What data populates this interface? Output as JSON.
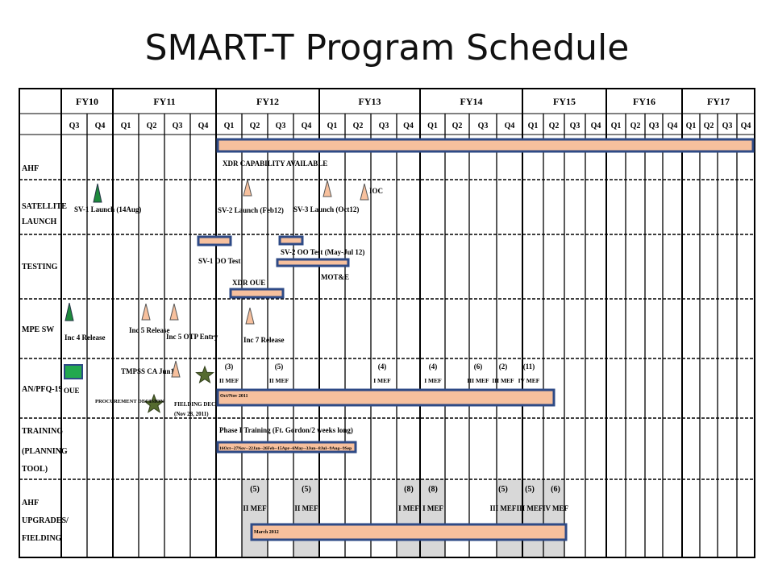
{
  "title": "SMART-T Program Schedule",
  "colors": {
    "bar_fill": "#f7c09d",
    "bar_stroke": "#2e4a86",
    "milestone_green": "#1e8a3c",
    "milestone_salmon": "#f7c09d",
    "shade": "#d8d8d8",
    "box_green": "#22a84f"
  },
  "header": {
    "fiscal_years": [
      "FY10",
      "FY11",
      "FY12",
      "FY13",
      "FY14",
      "FY15",
      "FY16",
      "FY17"
    ],
    "quarters": [
      "Q3",
      "Q4",
      "Q1",
      "Q2",
      "Q3",
      "Q4",
      "Q1",
      "Q2",
      "Q3",
      "Q4",
      "Q1",
      "Q2",
      "Q3",
      "Q4",
      "Q1",
      "Q2",
      "Q3",
      "Q4",
      "Q1",
      "Q2",
      "Q3",
      "Q4",
      "Q1",
      "Q2",
      "Q3",
      "Q4",
      "Q1",
      "Q2",
      "Q3",
      "Q4"
    ]
  },
  "rows": {
    "ahf": "AHF",
    "satellite_launch": [
      "SATELLITE",
      "LAUNCH"
    ],
    "testing": "TESTING",
    "mpe_sw": "MPE SW",
    "anpfq": "AN/PFQ-19",
    "training": [
      "TRAINING",
      "(PLANNING",
      "TOOL)"
    ],
    "ahf_upgrades": [
      "AHF",
      "UPGRADES/",
      "FIELDING"
    ]
  },
  "labels": {
    "xdr_capability": "XDR CAPABILITY AVAILABLE",
    "sv1_launch": "SV-1 Launch (14Aug)",
    "sv2_launch": "SV-2 Launch (Feb12)",
    "sv3_launch": "SV-3 Launch (Oct12)",
    "ioc": "IOC",
    "sv1_oo_test": "SV-1 OO Test",
    "sv2_oo_test": "SV-2 OO Test (May-Jul 12)",
    "xdr_oue": "XDR OUE",
    "mot_e": "MOT&E",
    "inc4_release": "Inc 4 Release",
    "inc5_release": "Inc 5 Release",
    "inc5_otp": "Inc 5 OTP Entry",
    "inc7_release": "Inc 7 Release",
    "tmpss": "TMPSS CA Jun11",
    "oue": "OUE",
    "procurement": "PROCUREMENT DECISION",
    "fielding_decision": "FIELDING DECISION",
    "fielding_date": "(Nov 28, 2011)",
    "anpfq_bar": "Oct/Nov 2011",
    "phase_training": "Phase I Training (Ft. Gordon/2 weeks long)",
    "training_dates": "16Oct--27Nov--22Jan--26Feb--15Apr--6May--3Jun--8Jul--9Aug--9Sep",
    "upgrades_bar": "March 2012"
  },
  "anpfq_counts": [
    {
      "count": "(3)",
      "mef": "II MEF"
    },
    {
      "count": "(5)",
      "mef": "II MEF"
    },
    {
      "count": "(4)",
      "mef": "I MEF"
    },
    {
      "count": "(4)",
      "mef": "I MEF"
    },
    {
      "count": "(6)",
      "mef": "III MEF"
    },
    {
      "count": "(2)",
      "mef": "III MEF"
    },
    {
      "count": "(11)",
      "mef": "IV MEF"
    }
  ],
  "upgrade_counts": [
    {
      "count": "(5)",
      "mef": "II MEF"
    },
    {
      "count": "(5)",
      "mef": "II MEF"
    },
    {
      "count": "(8)",
      "mef": "I MEF"
    },
    {
      "count": "(8)",
      "mef": "I MEF"
    },
    {
      "count": "(5)",
      "mef": "III MEF"
    },
    {
      "count": "(5)",
      "mef": "III MEF"
    },
    {
      "count": "(6)",
      "mef": "IV MEF"
    }
  ]
}
